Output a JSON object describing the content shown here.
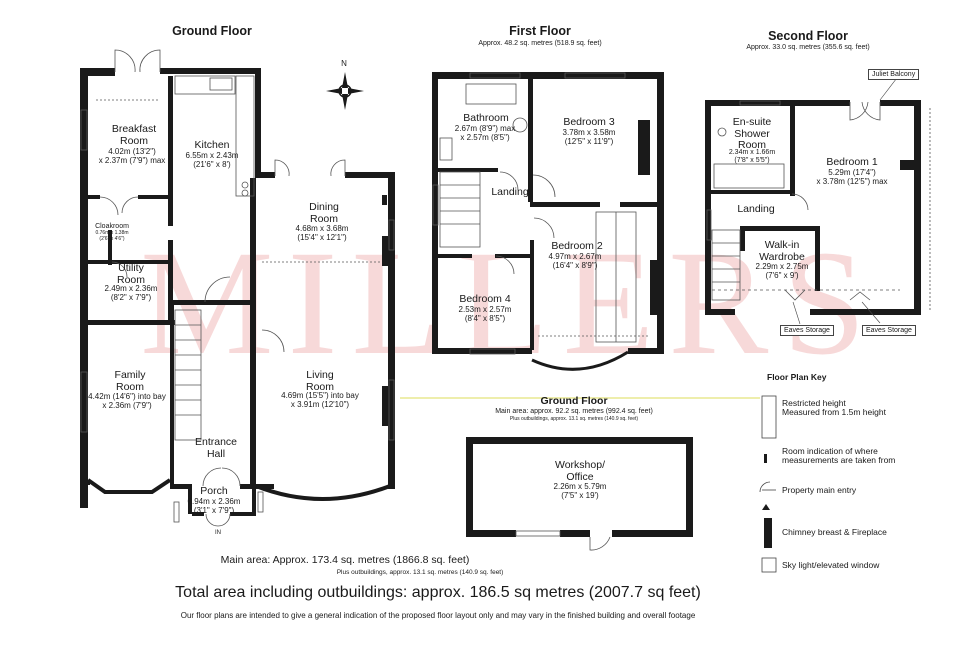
{
  "watermark": "MILLERS",
  "ground_floor": {
    "title": "Ground Floor",
    "rooms": [
      {
        "name": "Breakfast\nRoom",
        "dims": "4.02m (13'2\")\nx 2.37m (7'9\") max"
      },
      {
        "name": "Kitchen",
        "dims": "6.55m x 2.43m\n(21'6\" x 8')"
      },
      {
        "name": "Dining\nRoom",
        "dims": "4.68m x 3.68m\n(15'4\" x 12'1\")"
      },
      {
        "name": "Cloakroom",
        "dims": "0.76m x 1.38m\n(2'6\" x 4'6\")"
      },
      {
        "name": "Utility\nRoom",
        "dims": "2.49m x 2.36m\n(8'2\" x 7'9\")"
      },
      {
        "name": "Family\nRoom",
        "dims": "4.42m (14'6\") into bay\nx 2.36m (7'9\")"
      },
      {
        "name": "Living\nRoom",
        "dims": "4.69m (15'5\") into bay\nx 3.91m (12'10\")"
      },
      {
        "name": "Entrance\nHall",
        "dims": ""
      },
      {
        "name": "Porch",
        "dims": "0.94m x 2.36m\n(3'1\" x 7'9\")"
      }
    ],
    "entry_label": "IN",
    "main_area": "Main area: Approx. 173.4 sq. metres (1866.8 sq. feet)",
    "outbuildings": "Plus outbuildings, approx. 13.1 sq. metres (140.9 sq. feet)"
  },
  "first_floor": {
    "title": "First Floor",
    "area": "Approx. 48.2 sq. metres (518.9 sq. feet)",
    "rooms": [
      {
        "name": "Bathroom",
        "dims": "2.67m (8'9\") max\nx 2.57m (8'5\")"
      },
      {
        "name": "Bedroom 3",
        "dims": "3.78m x 3.58m\n(12'5\" x 11'9\")"
      },
      {
        "name": "Landing",
        "dims": ""
      },
      {
        "name": "Bedroom 2",
        "dims": "4.97m x 2.67m\n(16'4\" x 8'9\")"
      },
      {
        "name": "Bedroom 4",
        "dims": "2.53m x 2.57m\n(8'4\" x 8'5\")"
      }
    ]
  },
  "second_floor": {
    "title": "Second Floor",
    "area": "Approx. 33.0 sq. metres (355.6 sq. feet)",
    "juliet_balcony": "Juliet Balcony",
    "rooms": [
      {
        "name": "En-suite\nShower\nRoom",
        "dims": "2.34m x 1.66m\n(7'8\" x 5'5\")"
      },
      {
        "name": "Bedroom 1",
        "dims": "5.29m (17'4\")\nx 3.78m (12'5\") max"
      },
      {
        "name": "Landing",
        "dims": ""
      },
      {
        "name": "Walk-in\nWardrobe",
        "dims": "2.29m x 2.75m\n(7'6\" x 9')"
      }
    ],
    "eaves_1": "Eaves Storage",
    "eaves_2": "Eaves Storage"
  },
  "ground_floor_summary": {
    "title": "Ground Floor",
    "main_area": "Main area: approx. 92.2 sq. metres (992.4 sq. feet)",
    "outbuildings": "Plus outbuildings, approx. 13.1 sq. metres (140.9 sq. feet)"
  },
  "workshop": {
    "name": "Workshop/\nOffice",
    "dims": "2.26m x 5.79m\n(7'5\" x 19')"
  },
  "key": {
    "title": "Floor Plan Key",
    "items": [
      "Restricted height\nMeasured from 1.5m height",
      "Room indication of where\nmeasurements are taken from",
      "Property main entry",
      "Chimney breast & Fireplace",
      "Sky light/elevated window"
    ]
  },
  "total": "Total area including  outbuildings: approx. 186.5 sq metres (2007.7 sq feet)",
  "disclaimer": "Our floor plans are intended to give a general indication of the proposed floor layout only and may vary in the finished building and overall footage",
  "compass": "N"
}
